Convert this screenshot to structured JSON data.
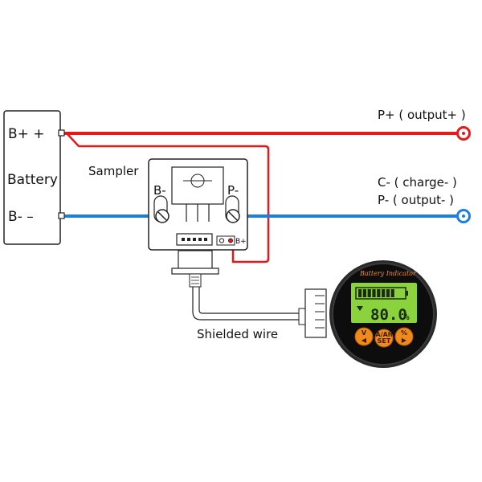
{
  "battery": {
    "label": "Battery",
    "pos_terminal": "B+ +",
    "neg_terminal": "B- –"
  },
  "sampler": {
    "label": "Sampler",
    "left_terminal": "B-",
    "right_terminal": "P-",
    "b_plus_pin": "B+"
  },
  "outputs": {
    "p_plus": "P+ ( output+ )",
    "c_minus": "C- ( charge- )",
    "p_minus": "P- ( output- )"
  },
  "cable": {
    "label": "Shielded wire"
  },
  "display": {
    "title": "Battery Indicator",
    "reading": "80.0",
    "unit": "%",
    "level_fraction": 0.8,
    "buttons": [
      {
        "top": "V",
        "bottom": "◀"
      },
      {
        "top": "A/Ah",
        "bottom": "SET"
      },
      {
        "top": "%",
        "bottom": "▶"
      }
    ]
  },
  "colors": {
    "positive_wire": "#e41a1a",
    "negative_wire": "#1c7fe0",
    "display_lcd": "#8bd33c",
    "button_orange": "#f08a1c"
  }
}
